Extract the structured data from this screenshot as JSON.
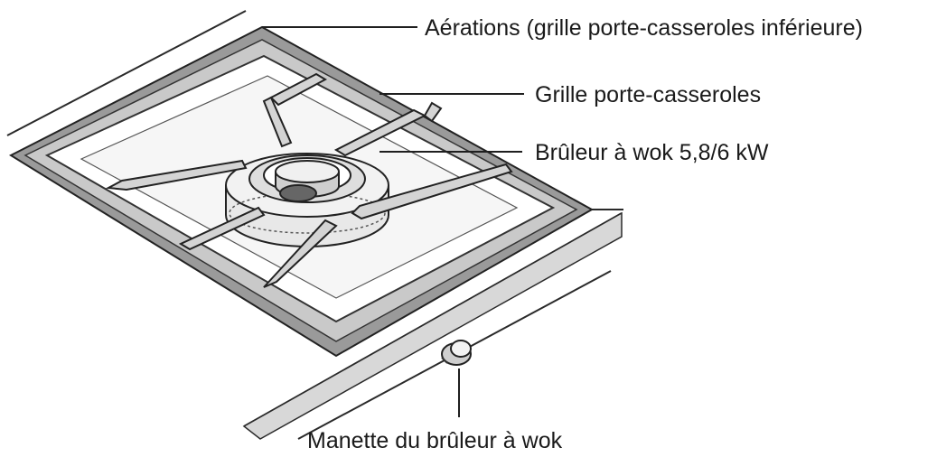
{
  "labels": {
    "vents": "Aérations (grille porte-casseroles inférieure)",
    "grid": "Grille porte-casseroles",
    "burner": "Brûleur à wok 5,8/6 kW",
    "knob": "Manette du brûleur à wok"
  },
  "colors": {
    "line": "#1f1f1f",
    "frame": "#8f8f8f",
    "frame_inner": "#b8b8b8",
    "surface": "#ffffff",
    "shade": "#e4e4e4",
    "dark": "#555555"
  }
}
